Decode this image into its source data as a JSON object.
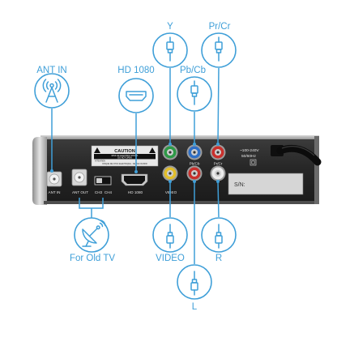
{
  "callouts": {
    "y": {
      "label": "Y",
      "icon": "rca-plug-icon"
    },
    "pr_cr": {
      "label": "Pr/Cr",
      "icon": "rca-plug-icon"
    },
    "ant_in": {
      "label": "ANT IN",
      "icon": "antenna-icon"
    },
    "hd_1080": {
      "label": "HD 1080",
      "icon": "hdmi-icon"
    },
    "pb_cb": {
      "label": "Pb/Cb",
      "icon": "rca-plug-icon"
    },
    "for_old_tv": {
      "label": "For Old TV",
      "icon": "satellite-dish-icon"
    },
    "video": {
      "label": "VIDEO",
      "icon": "rca-plug-icon"
    },
    "r": {
      "label": "R",
      "icon": "rca-plug-icon"
    },
    "l": {
      "label": "L",
      "icon": "rca-plug-icon"
    }
  },
  "device": {
    "caution_label": {
      "title": "CAUTION",
      "warning_en_1": "RISK OF ELECTRIC SHOCK",
      "warning_en_2": "DO NOT OPEN",
      "attention": "ATTENTION",
      "warning_fr": "RISQUE DE CHOC ELECTRIQUE - NE PAS OUVRIR"
    },
    "port_labels": {
      "ant_in": "ANT IN",
      "ant_out": "ANT OUT",
      "ch3": "CH3",
      "ch4": "CH4",
      "hd_1080": "HD 1080",
      "video": "VIDEO",
      "pb_cb": "Pb/Cb",
      "pr_cr": "Pr/Cr"
    },
    "power": {
      "voltage": "~100-240V",
      "frequency": "50/60Hz"
    },
    "serial": "S/N:"
  },
  "colors": {
    "accent": "#3f9fd8",
    "jack_y": "#2e9a47",
    "jack_pb": "#2f6fc6",
    "jack_pr": "#c9302c",
    "jack_video": "#e2be2a",
    "jack_audio_mid": "#c9302c",
    "jack_audio_right": "#ececec"
  }
}
